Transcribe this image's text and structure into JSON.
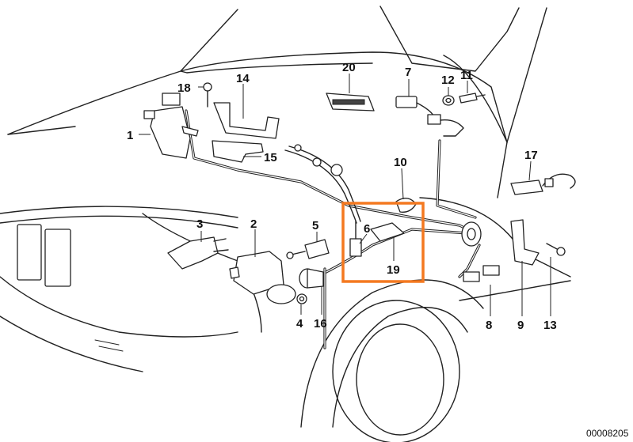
{
  "callouts": {
    "c1": "1",
    "c2": "2",
    "c3": "3",
    "c4": "4",
    "c5": "5",
    "c6": "6",
    "c7": "7",
    "c8": "8",
    "c9": "9",
    "c10": "10",
    "c11": "11",
    "c12": "12",
    "c13": "13",
    "c14": "14",
    "c15": "15",
    "c16": "16",
    "c17": "17",
    "c18": "18",
    "c19": "19",
    "c20": "20"
  },
  "diagram_code": "00008205",
  "highlight_color": "#f47920"
}
